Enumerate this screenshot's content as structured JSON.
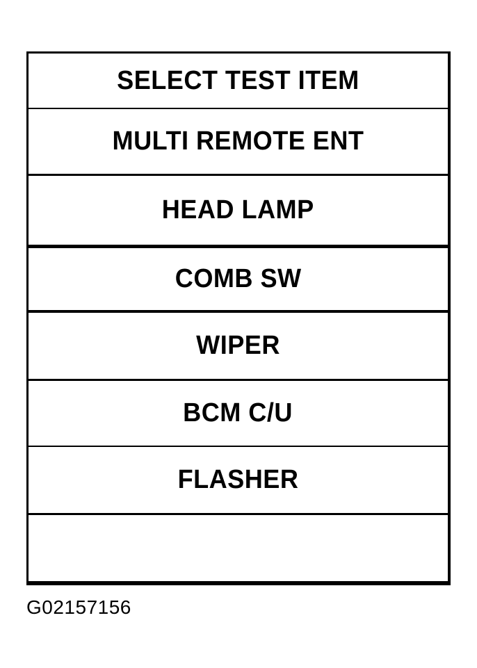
{
  "colors": {
    "ink": "#000000",
    "paper": "#ffffff"
  },
  "menu": {
    "header": "SELECT TEST ITEM",
    "items": [
      {
        "label": "MULTI REMOTE ENT"
      },
      {
        "label": "HEAD LAMP"
      },
      {
        "label": "COMB SW"
      },
      {
        "label": "WIPER"
      },
      {
        "label": "BCM C/U"
      },
      {
        "label": "FLASHER"
      },
      {
        "label": ""
      }
    ]
  },
  "caption": "G02157156"
}
